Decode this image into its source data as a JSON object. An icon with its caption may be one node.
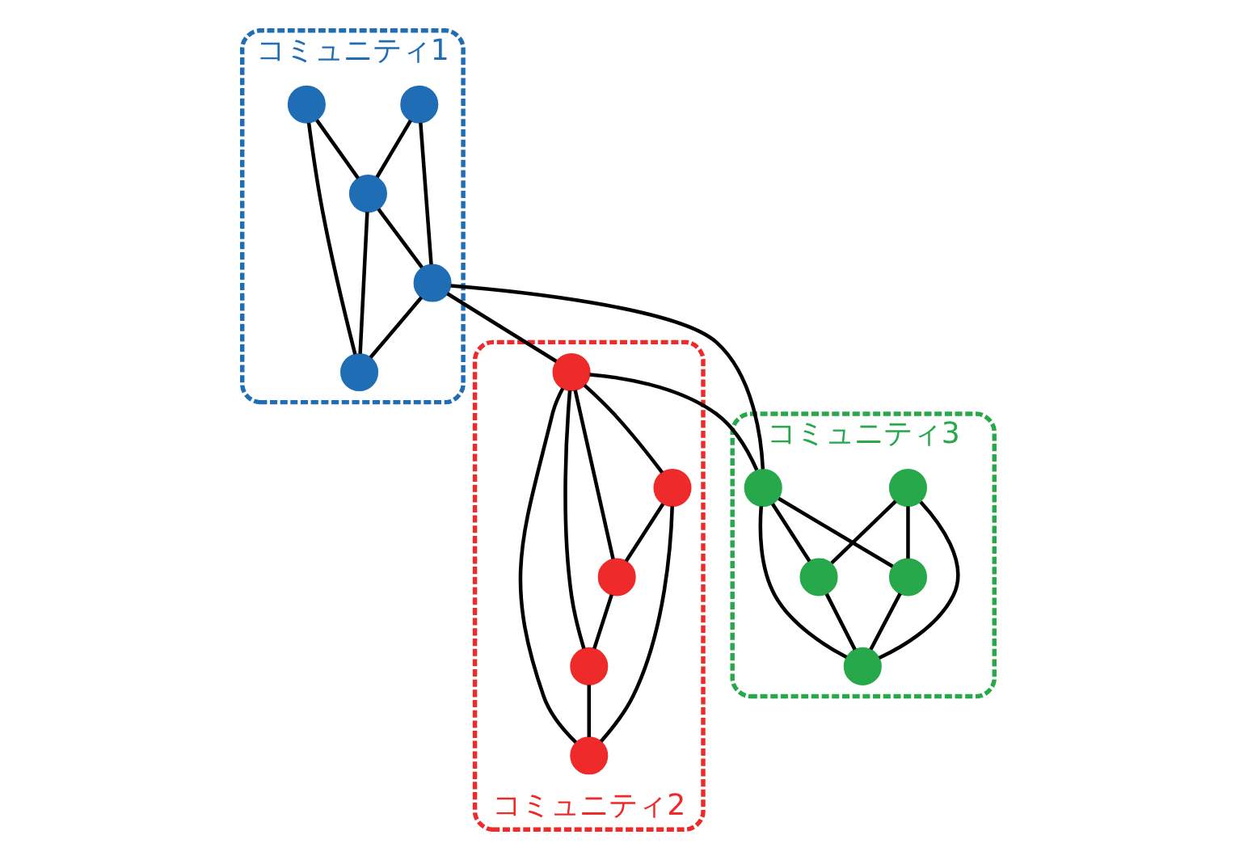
{
  "diagram": {
    "nodes": [
      {
        "text": [
          "コミュニティ1"
        ]
      },
      {
        "text": [],
        "shape": "circle",
        "in": 0
      },
      {
        "text": [],
        "shape": "circle",
        "in": 0
      },
      {
        "text": [],
        "shape": "circle",
        "in": 0
      },
      {
        "text": [],
        "shape": "circle",
        "in": 0
      },
      {
        "text": [],
        "shape": "circle",
        "in": 0
      },
      {
        "text": [
          "コミュニティ2"
        ]
      },
      {
        "text": [],
        "shape": "circle",
        "in": 6
      },
      {
        "text": [],
        "shape": "circle",
        "in": 6
      },
      {
        "text": [],
        "shape": "circle",
        "in": 6
      },
      {
        "text": [],
        "shape": "circle",
        "in": 6
      },
      {
        "text": [],
        "shape": "circle",
        "in": 6
      },
      {
        "text": [
          "コミュニティ3"
        ]
      },
      {
        "text": [],
        "shape": "circle",
        "in": 12
      },
      {
        "text": [],
        "shape": "circle",
        "in": 12
      },
      {
        "text": [],
        "shape": "circle",
        "in": 12
      },
      {
        "text": [],
        "shape": "circle",
        "in": 12
      },
      {
        "text": [],
        "shape": "circle",
        "in": 12
      }
    ],
    "edges": [
      {
        "from": 1,
        "to": 4,
        "arrow": "none"
      },
      {
        "from": 1,
        "to": 5,
        "arrow": "none"
      },
      {
        "from": 2,
        "to": 3,
        "arrow": "none"
      },
      {
        "from": 2,
        "to": 4,
        "arrow": "none"
      },
      {
        "from": 4,
        "to": 5,
        "arrow": "none"
      },
      {
        "from": 4,
        "to": 3,
        "arrow": "none"
      },
      {
        "from": 3,
        "to": 5,
        "arrow": "none"
      },
      {
        "from": 7,
        "to": 8,
        "arrow": "none"
      },
      {
        "from": 7,
        "to": 10,
        "arrow": "none"
      },
      {
        "from": 7,
        "to": 11,
        "arrow": "none"
      },
      {
        "from": 7,
        "to": 9,
        "arrow": "none"
      },
      {
        "from": 8,
        "to": 9,
        "arrow": "none"
      },
      {
        "from": 8,
        "to": 11,
        "arrow": "none"
      },
      {
        "from": 9,
        "to": 10,
        "arrow": "none"
      },
      {
        "from": 10,
        "to": 11,
        "arrow": "none"
      },
      {
        "from": 13,
        "to": 15,
        "arrow": "none"
      },
      {
        "from": 13,
        "to": 16,
        "arrow": "none"
      },
      {
        "from": 13,
        "to": 17,
        "arrow": "none"
      },
      {
        "from": 14,
        "to": 15,
        "arrow": "none"
      },
      {
        "from": 14,
        "to": 16,
        "arrow": "none"
      },
      {
        "from": 14,
        "to": 17,
        "arrow": "none"
      },
      {
        "from": 15,
        "to": 17,
        "arrow": "none"
      },
      {
        "from": 16,
        "to": 17,
        "arrow": "none"
      },
      {
        "from": 3,
        "to": 14,
        "arrow": "none"
      },
      {
        "from": 3,
        "to": 7,
        "arrow": "none"
      },
      {
        "from": 7,
        "to": 14,
        "arrow": "none"
      }
    ]
  }
}
